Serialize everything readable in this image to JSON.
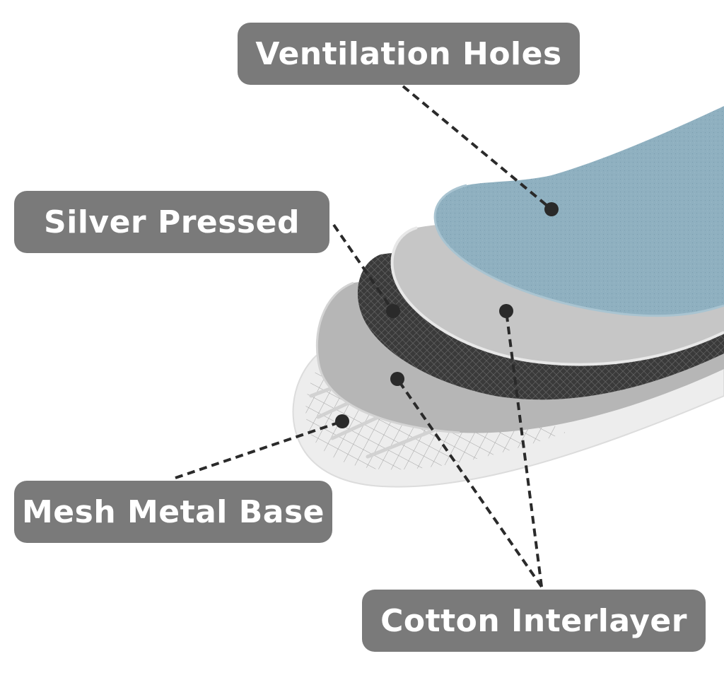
{
  "labels": {
    "ventilation_holes": "Ventilation Holes",
    "silver_pressed": "Silver Pressed",
    "mesh_metal_base": "Mesh Metal Base",
    "cotton_interlayer": "Cotton Interlayer"
  },
  "colors": {
    "callout_bg": "#7a7a7a",
    "callout_text": "#ffffff",
    "top_layer": "#8fb0c0",
    "silver_layer": "#c4c4c4",
    "mesh_layer": "#3c3c3c",
    "cotton_layer": "#b4b4b4",
    "base_layer": "#ececec",
    "leader_line": "#2a2a2a"
  }
}
